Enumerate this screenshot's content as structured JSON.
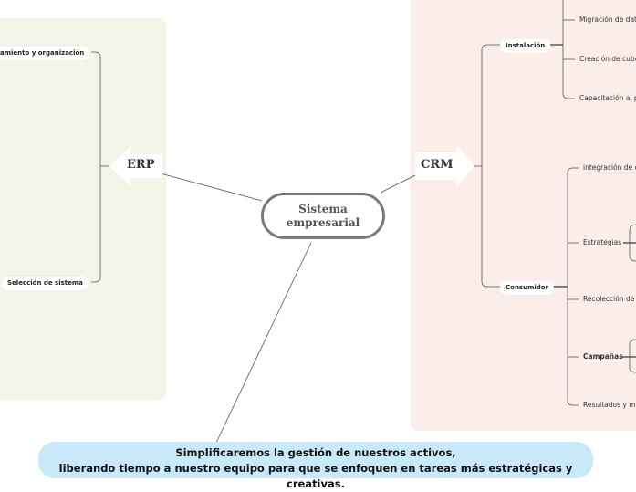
{
  "center": {
    "line1": "Sistema",
    "line2": "empresarial"
  },
  "erp": {
    "label": "ERP",
    "items": [
      "amiento y organización",
      "Selección de sistema"
    ]
  },
  "crm": {
    "label": "CRM",
    "instalacion": {
      "label": "Instalación",
      "items": [
        "Migración de dato",
        "Creación de cubo",
        "Capacitación al p"
      ]
    },
    "consumidor": {
      "label": "Consumidor",
      "items": [
        "integración de ca",
        "Estrategias",
        "Recolección de c",
        "Campañas",
        "Resultados y me"
      ]
    }
  },
  "note": {
    "line1": "Simplificaremos la gestión de nuestros activos,",
    "line2": "liberando tiempo a nuestro equipo para que se enfoquen en tareas más estratégicas y creativas."
  },
  "colors": {
    "erp_panel": "#f2f4e8",
    "crm_panel": "#fbeeea",
    "note_bg": "#c8e9f8",
    "center_border": "#7a7a7a"
  }
}
